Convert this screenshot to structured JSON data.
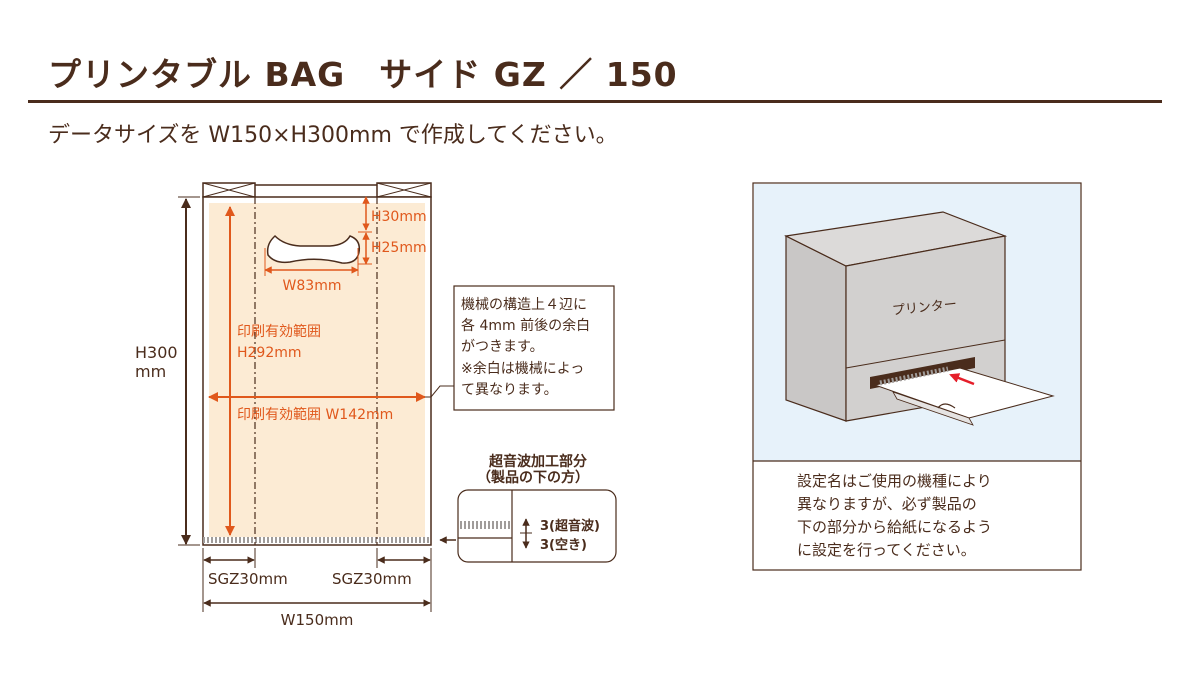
{
  "header": {
    "title": "プリンタブル BAG　サイド GZ ／ 150",
    "subtitle": "データサイズを W150×H300mm で作成してください。"
  },
  "bag": {
    "handle_width_label": "W83mm",
    "handle_top_label": "H30mm",
    "handle_height_label": "H25mm",
    "print_height_label_1": "印刷有効範囲",
    "print_height_label_2": "H292mm",
    "print_width_label": "印刷有効範囲 W142mm",
    "height_label_1": "H300",
    "height_label_2": "mm",
    "left_gusset_label": "SGZ30mm",
    "right_gusset_label": "SGZ30mm",
    "width_label": "W150mm"
  },
  "margin_note": {
    "lines": [
      "機械の構造上４辺に",
      "各 4mm 前後の余白",
      "がつきます。",
      "※余白は機械によっ",
      "て異なります。"
    ]
  },
  "ultrasonic": {
    "title_1": "超音波加工部分",
    "title_2": "（製品の下の方）",
    "label_1": "3(超音波)",
    "label_2": "3(空き)"
  },
  "printer_panel": {
    "printer_label": "プリンター",
    "note_lines": [
      "設定名はご使用の機種により",
      "異なりますが、必ず製品の",
      "下の部分から給紙になるよう",
      "に設定を行ってください。"
    ]
  },
  "colors": {
    "brown": "#4a2c1c",
    "orange": "#e0581c",
    "print_area": "#fcebd4",
    "printer_bg": "#e7f2fa",
    "printer_gray": "#c9c7c6"
  }
}
